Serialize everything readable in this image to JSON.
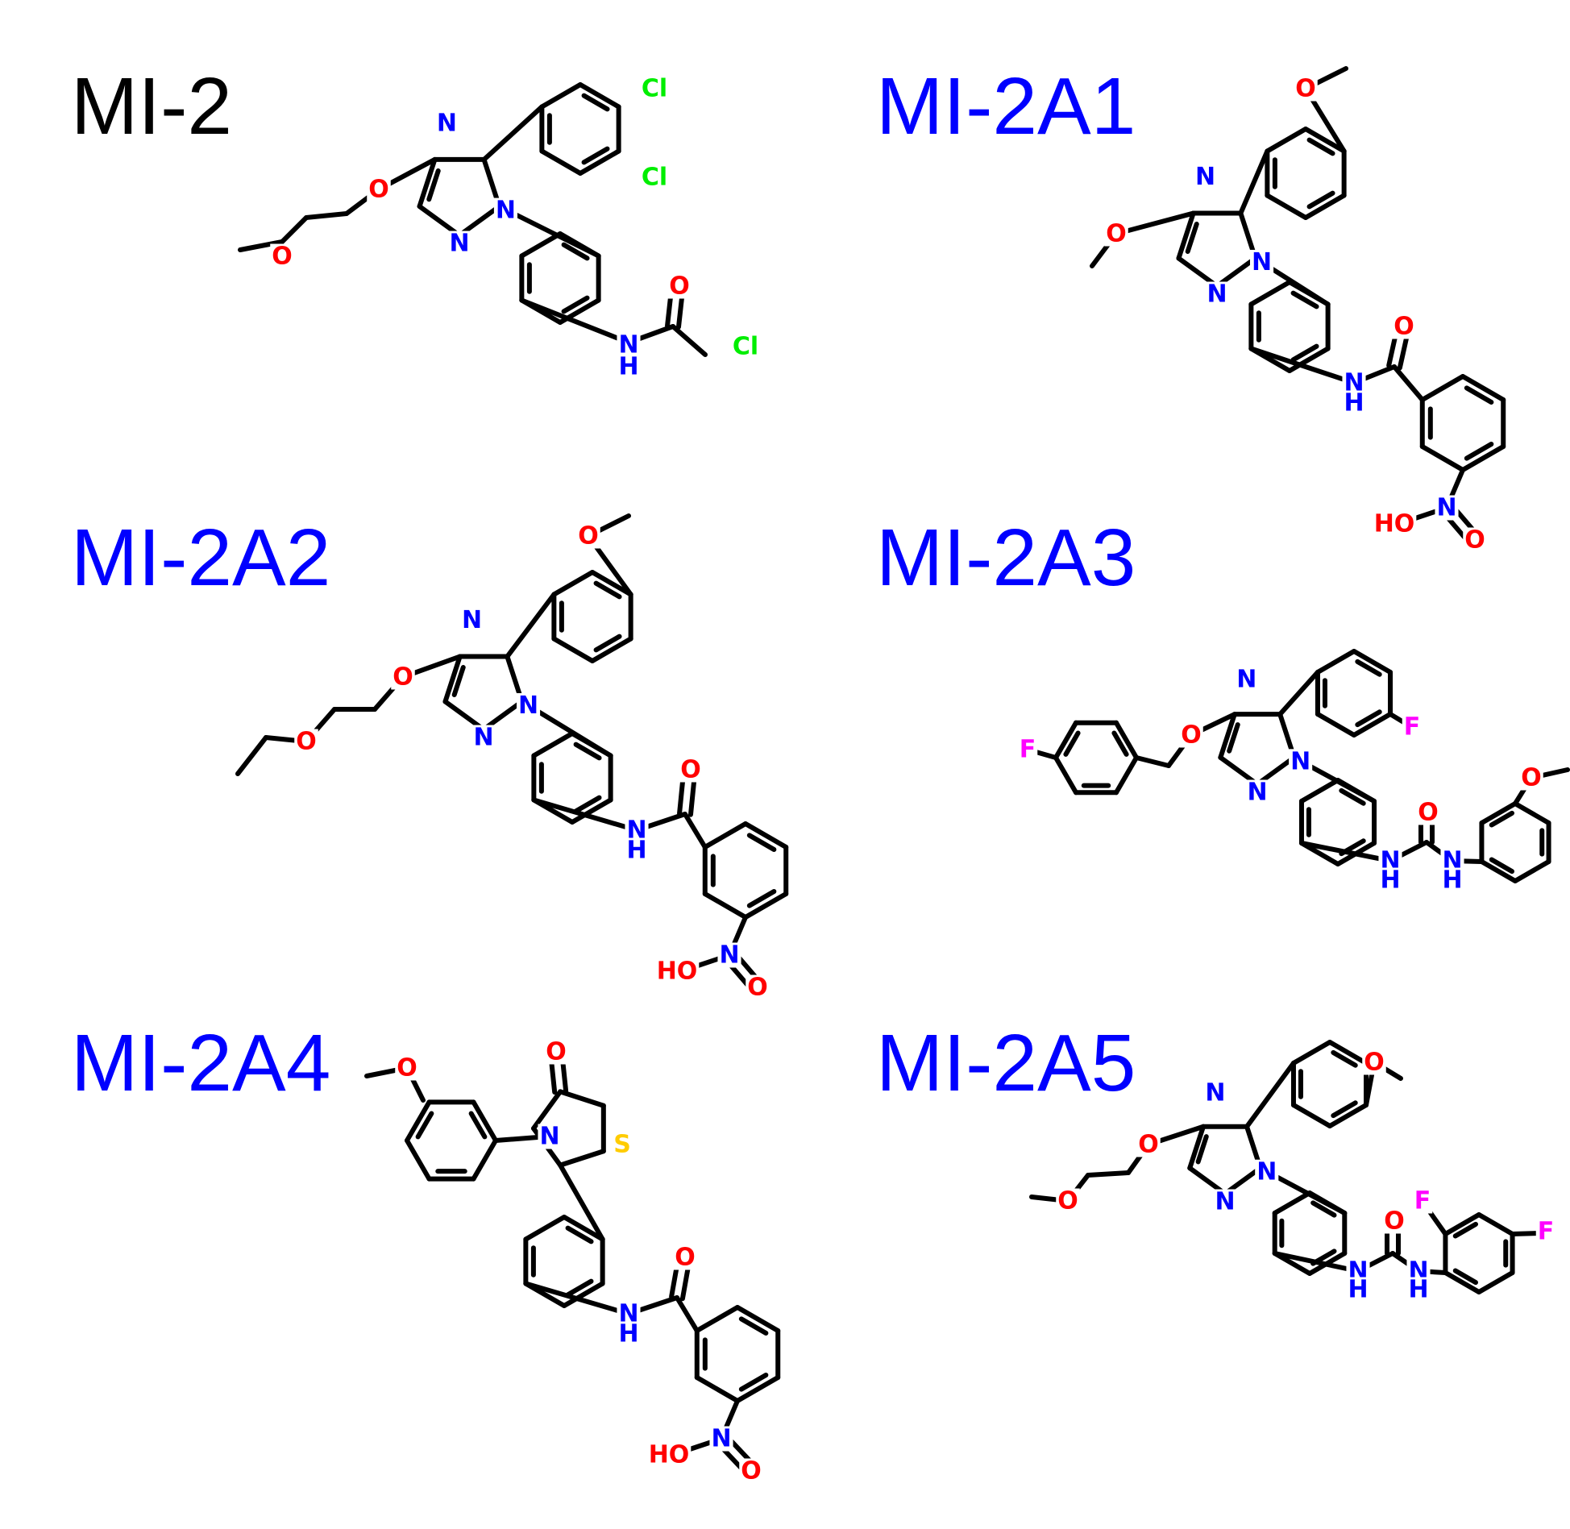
{
  "colors": {
    "title_reference": "#000000",
    "title_analog": "#0000ff",
    "bond": "#000000",
    "N": "#0000ff",
    "O": "#ff0000",
    "Cl": "#00ee00",
    "F": "#ff00ff",
    "S": "#ffcc00"
  },
  "compounds": [
    {
      "id": "MI-2",
      "color": "#000000"
    },
    {
      "id": "MI-2A1",
      "color": "#0000ff"
    },
    {
      "id": "MI-2A2",
      "color": "#0000ff"
    },
    {
      "id": "MI-2A3",
      "color": "#0000ff"
    },
    {
      "id": "MI-2A4",
      "color": "#0000ff"
    },
    {
      "id": "MI-2A5",
      "color": "#0000ff"
    }
  ],
  "atom_labels": {
    "N": "N",
    "NH": "N",
    "H": "H",
    "O": "O",
    "HO": "HO",
    "Cl": "Cl",
    "F": "F",
    "S": "S"
  }
}
